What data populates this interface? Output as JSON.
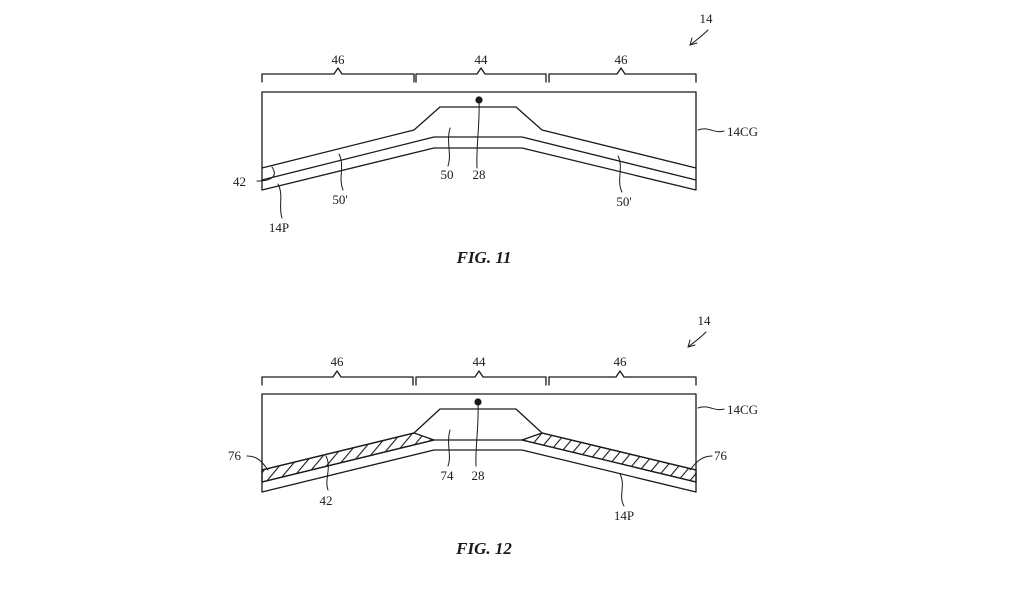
{
  "figures": [
    {
      "caption": "FIG. 11",
      "labels": {
        "device": "14",
        "left_region": "46",
        "center_region": "44",
        "right_region": "46",
        "cover_glass": "14CG",
        "layer_left": "42",
        "panel": "14P",
        "bump": "50",
        "point": "28",
        "slope_left": "50'",
        "slope_right": "50'"
      }
    },
    {
      "caption": "FIG. 12",
      "labels": {
        "device": "14",
        "left_region": "46",
        "center_region": "44",
        "right_region": "46",
        "cover_glass": "14CG",
        "filler_left": "76",
        "filler_right": "76",
        "layer": "42",
        "bump": "74",
        "point": "28",
        "panel": "14P"
      }
    }
  ]
}
